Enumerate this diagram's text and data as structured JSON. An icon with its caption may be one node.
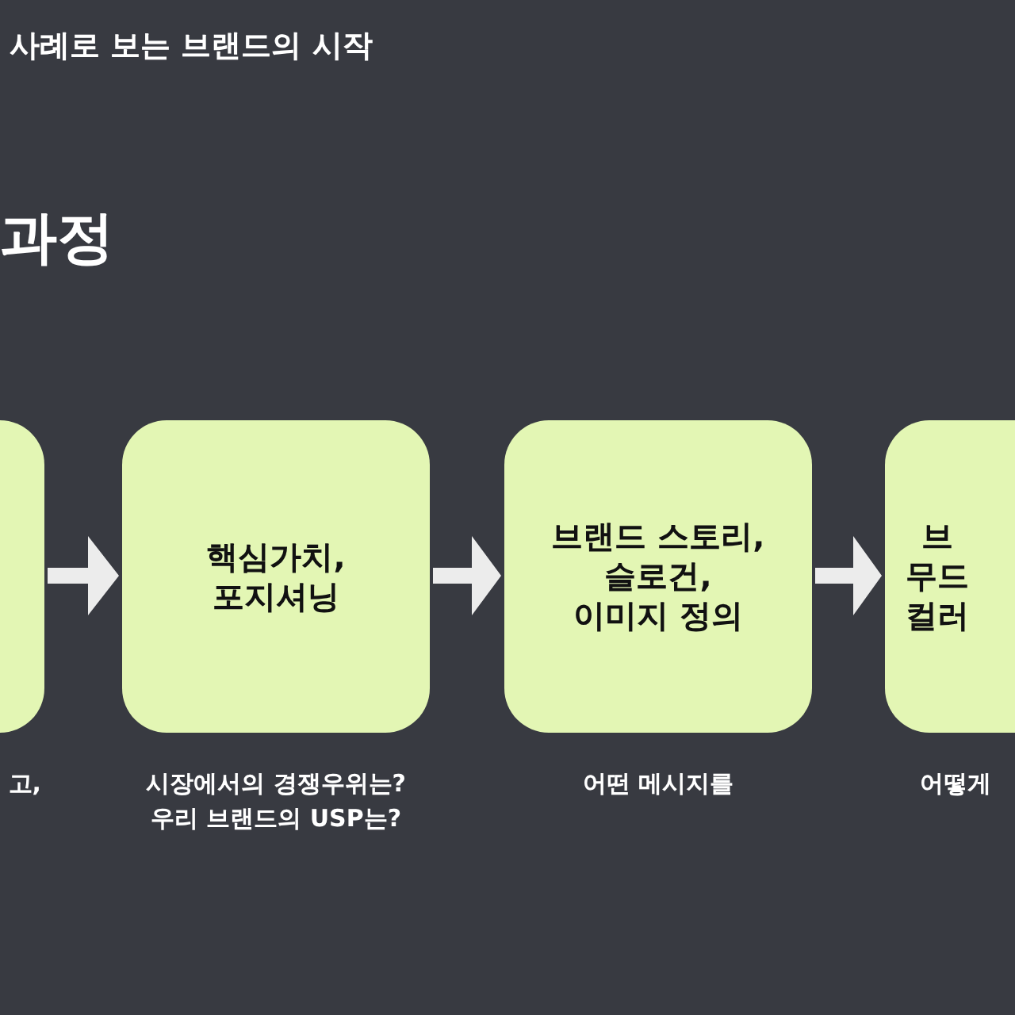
{
  "diagram": {
    "title": "과정",
    "labels": [
      "사례로 보는 브랜드의 시작"
    ],
    "nodes": [
      {
        "text": [],
        "shape": "box",
        "beside": [
          "고,"
        ]
      },
      {
        "text": [
          "핵심가치, 포지셔닝"
        ],
        "beside": [
          "시장에서의 경쟁우위는? 우리 브랜드의 USP는?"
        ]
      },
      {
        "text": [
          "브랜드 스토리, 슬로건, 이미지 정의"
        ],
        "beside": [
          "어떤 메시지를"
        ]
      },
      {
        "text": [
          "브 무드 컬러"
        ],
        "beside": [
          "어떻게"
        ]
      }
    ],
    "edges": [
      {
        "from": 0,
        "to": 1,
        "arrow": "to"
      },
      {
        "from": 1,
        "to": 2,
        "arrow": "to"
      },
      {
        "from": 2,
        "to": 3,
        "arrow": "to"
      }
    ]
  }
}
